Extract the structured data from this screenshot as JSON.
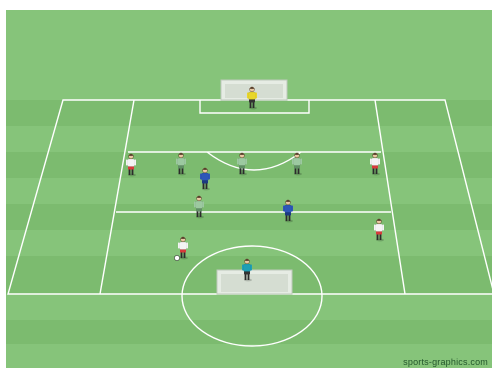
{
  "diagram": {
    "kind": "football-training-drill",
    "colors": {
      "grass_light": "#86c47a",
      "grass_dark": "#7dbc70",
      "lines": "#ffffff",
      "team_red": "#d83a3a",
      "team_blue": "#2d57b8",
      "team_green_bib": "#9cc9a0",
      "goalkeeper_yellow": "#e8d62a",
      "goalkeeper_cyan": "#1e9fb5"
    },
    "players": [
      {
        "id": "gk-top",
        "team": "goalkeeper",
        "icon": "goalkeeper-yellow"
      },
      {
        "id": "r1",
        "team": "red",
        "icon": "player-red"
      },
      {
        "id": "g1",
        "team": "green",
        "icon": "player-green-bib"
      },
      {
        "id": "b1",
        "team": "blue",
        "icon": "player-blue"
      },
      {
        "id": "g2",
        "team": "green",
        "icon": "player-green-bib"
      },
      {
        "id": "g3",
        "team": "green",
        "icon": "player-green-bib"
      },
      {
        "id": "r2",
        "team": "red",
        "icon": "player-red"
      },
      {
        "id": "g4",
        "team": "green",
        "icon": "player-green-bib"
      },
      {
        "id": "b2",
        "team": "blue",
        "icon": "player-blue"
      },
      {
        "id": "r3",
        "team": "red",
        "icon": "player-red"
      },
      {
        "id": "r4",
        "team": "red",
        "icon": "player-red"
      },
      {
        "id": "gk-bottom",
        "team": "goalkeeper",
        "icon": "goalkeeper-cyan"
      }
    ],
    "ball": {
      "icon": "ball"
    }
  },
  "watermark": "sports-graphics.com"
}
